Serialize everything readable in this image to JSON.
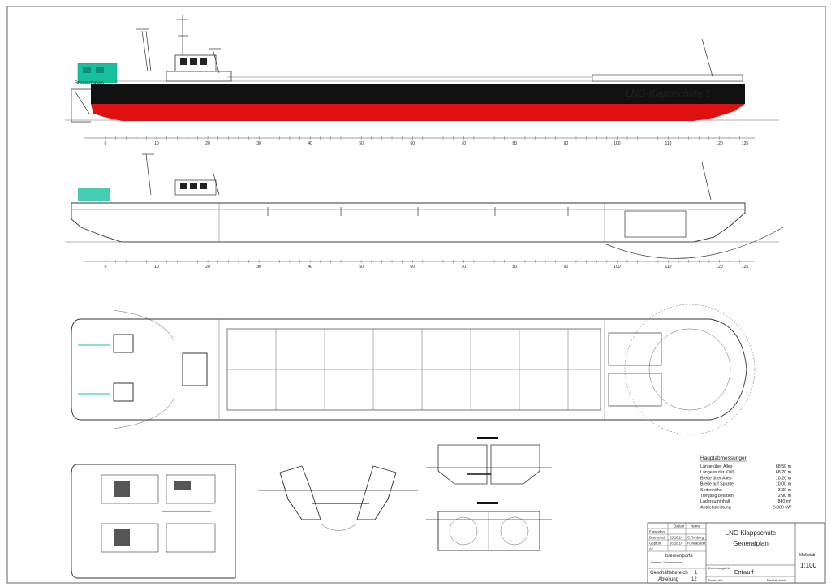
{
  "ship": {
    "hull_name": "LNG-Klappschute 1",
    "port_marking": "Bremerhaven"
  },
  "scale": {
    "ticks": [
      "0",
      "10",
      "20",
      "30",
      "40",
      "50",
      "60",
      "70",
      "80",
      "90",
      "100",
      "110",
      "120",
      "125"
    ]
  },
  "dimensions": {
    "title": "Hauptabmessungen",
    "rows": [
      {
        "label": "Länge über Alles",
        "value": "68,50 m"
      },
      {
        "label": "Länge in der KWL",
        "value": "68,20 m"
      },
      {
        "label": "Breite über Alles",
        "value": "10,20 m"
      },
      {
        "label": "Breite auf Spante",
        "value": "10,00 m"
      },
      {
        "label": "Seitenhöhe",
        "value": "3,30 m"
      },
      {
        "label": "Tiefgang beladen",
        "value": "2,90 m"
      },
      {
        "label": "Laderauminhalt",
        "value": "840 m³"
      },
      {
        "label": "Antriebsleistung",
        "value": "2x380 kW"
      }
    ]
  },
  "title_block": {
    "col_datum": "Datum",
    "col_name": "Name",
    "rows": [
      {
        "role": "Entworfen",
        "date": "",
        "name": ""
      },
      {
        "role": "Bearbeitet",
        "date": "15.10.14",
        "name": "C.Rehberg"
      },
      {
        "role": "Geprüft",
        "date": "16.10.14",
        "name": "R.Maaßdorf"
      },
      {
        "role": "Ax.",
        "date": "",
        "name": ""
      }
    ],
    "company_logo": "bremenports",
    "company_sub": "Bremen / Bremerhaven",
    "project": "LNG Klappschute",
    "drawing": "Generalplan",
    "zeichnung_label": "Zeichnungs-Nr.",
    "status": "Entwurf",
    "ersatz_fuer": "Ersatz für:",
    "ersetzt_durch": "Ersetzt durch:",
    "massstab_label": "Maßstab:",
    "massstab_value": "1:100",
    "bereich": "Geschäftsbereich",
    "bereich_nr": "1",
    "abteilung": "Abteilung",
    "abteilung_nr": "12"
  },
  "colors": {
    "hull_red": "#e01010",
    "hull_black": "#111111",
    "deckhouse_green": "#19c0a0",
    "hull_text_green": "#2ecc2e"
  }
}
